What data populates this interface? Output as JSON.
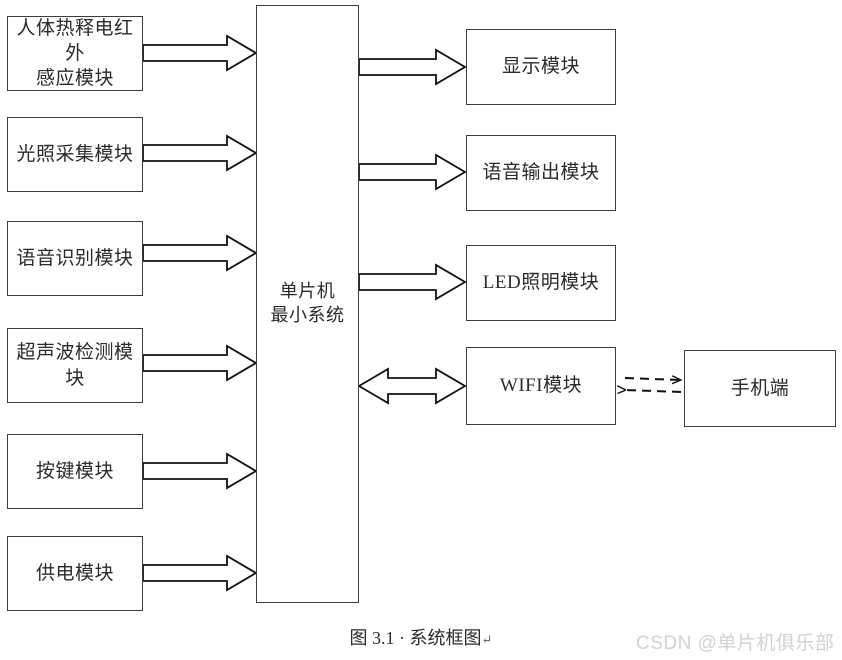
{
  "diagram": {
    "title": "系统框图",
    "caption": "图 3.1 · 系统框图",
    "caption_mark": "↵",
    "background_color": "#ffffff",
    "box_border_color": "#3d3d3d",
    "text_color": "#2b2b2b",
    "arrow_color": "#000000",
    "inputs": [
      {
        "id": "pir",
        "label": "人体热释电红外\n感应模块"
      },
      {
        "id": "light",
        "label": "光照采集模块"
      },
      {
        "id": "voice-rec",
        "label": "语音识别模块"
      },
      {
        "id": "ultrasonic",
        "label": "超声波检测模块"
      },
      {
        "id": "key",
        "label": "按键模块"
      },
      {
        "id": "power",
        "label": "供电模块"
      }
    ],
    "controller": {
      "id": "mcu",
      "label": "单片机\n最小系统"
    },
    "outputs": [
      {
        "id": "display",
        "label": "显示模块",
        "arrow": "single"
      },
      {
        "id": "voice-out",
        "label": "语音输出模块",
        "arrow": "single"
      },
      {
        "id": "led",
        "label": "LED照明模块",
        "arrow": "single"
      },
      {
        "id": "wifi",
        "label": "WIFI模块",
        "arrow": "double"
      }
    ],
    "peripheral": {
      "id": "phone",
      "label": "手机端",
      "link_style": "dashed",
      "link_arrow": "double"
    }
  },
  "watermark": {
    "text": "CSDN @单片机俱乐部",
    "color": "#d2d2d2"
  }
}
